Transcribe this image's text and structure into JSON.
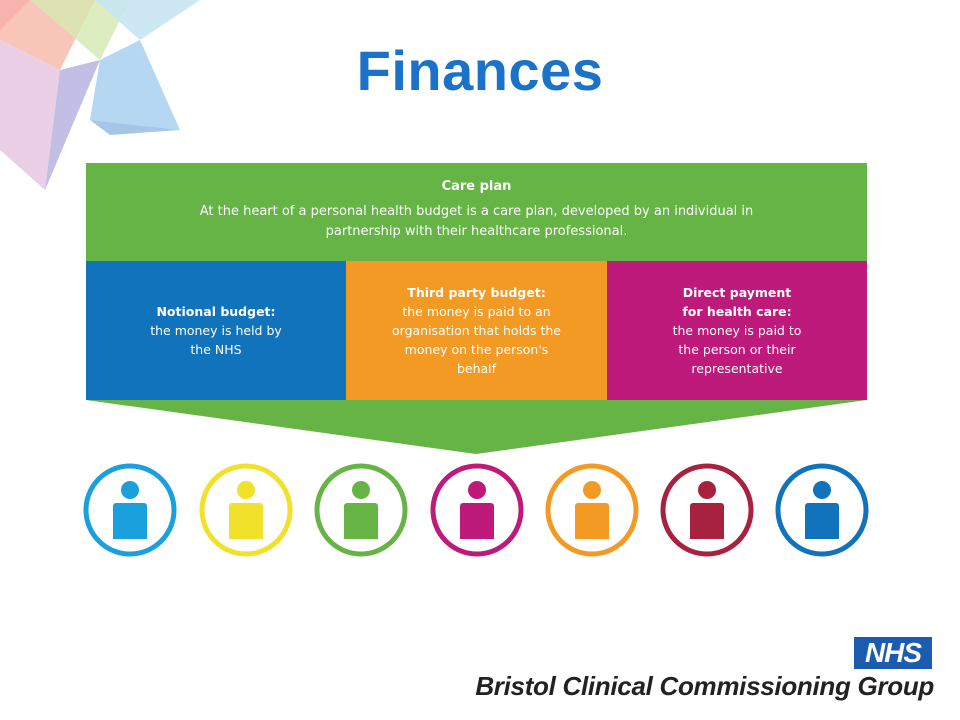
{
  "title": "Finances",
  "care_plan": {
    "title": "Care plan",
    "description": "At the heart of a personal health budget is a care plan, developed by an individual in partnership with their healthcare professional."
  },
  "budget_types": [
    {
      "heading": "Notional budget:",
      "text": "the money is held by the NHS",
      "color": "#1073bb"
    },
    {
      "heading": "Third party budget:",
      "text": "the money is paid to an organisation that holds the money on the person's behalf",
      "color": "#f39a24"
    },
    {
      "heading": "Direct payment for health care:",
      "text": "the money is paid to the person or their representative",
      "color": "#be1a7b"
    }
  ],
  "people_icons": [
    {
      "icon": "person-icon",
      "color": "#1aa0dc"
    },
    {
      "icon": "person-icon",
      "color": "#f2e12a"
    },
    {
      "icon": "person-icon",
      "color": "#66b446"
    },
    {
      "icon": "person-icon",
      "color": "#be1a7b"
    },
    {
      "icon": "person-icon",
      "color": "#f39a24"
    },
    {
      "icon": "person-icon",
      "color": "#a8223f"
    },
    {
      "icon": "person-icon",
      "color": "#1073bb"
    }
  ],
  "footer": {
    "logo_text": "NHS",
    "organisation": "Bristol Clinical Commissioning Group"
  },
  "colors": {
    "title": "#1a73c9",
    "care_plan": "#66b446",
    "nhs_blue": "#1c5cb0"
  }
}
